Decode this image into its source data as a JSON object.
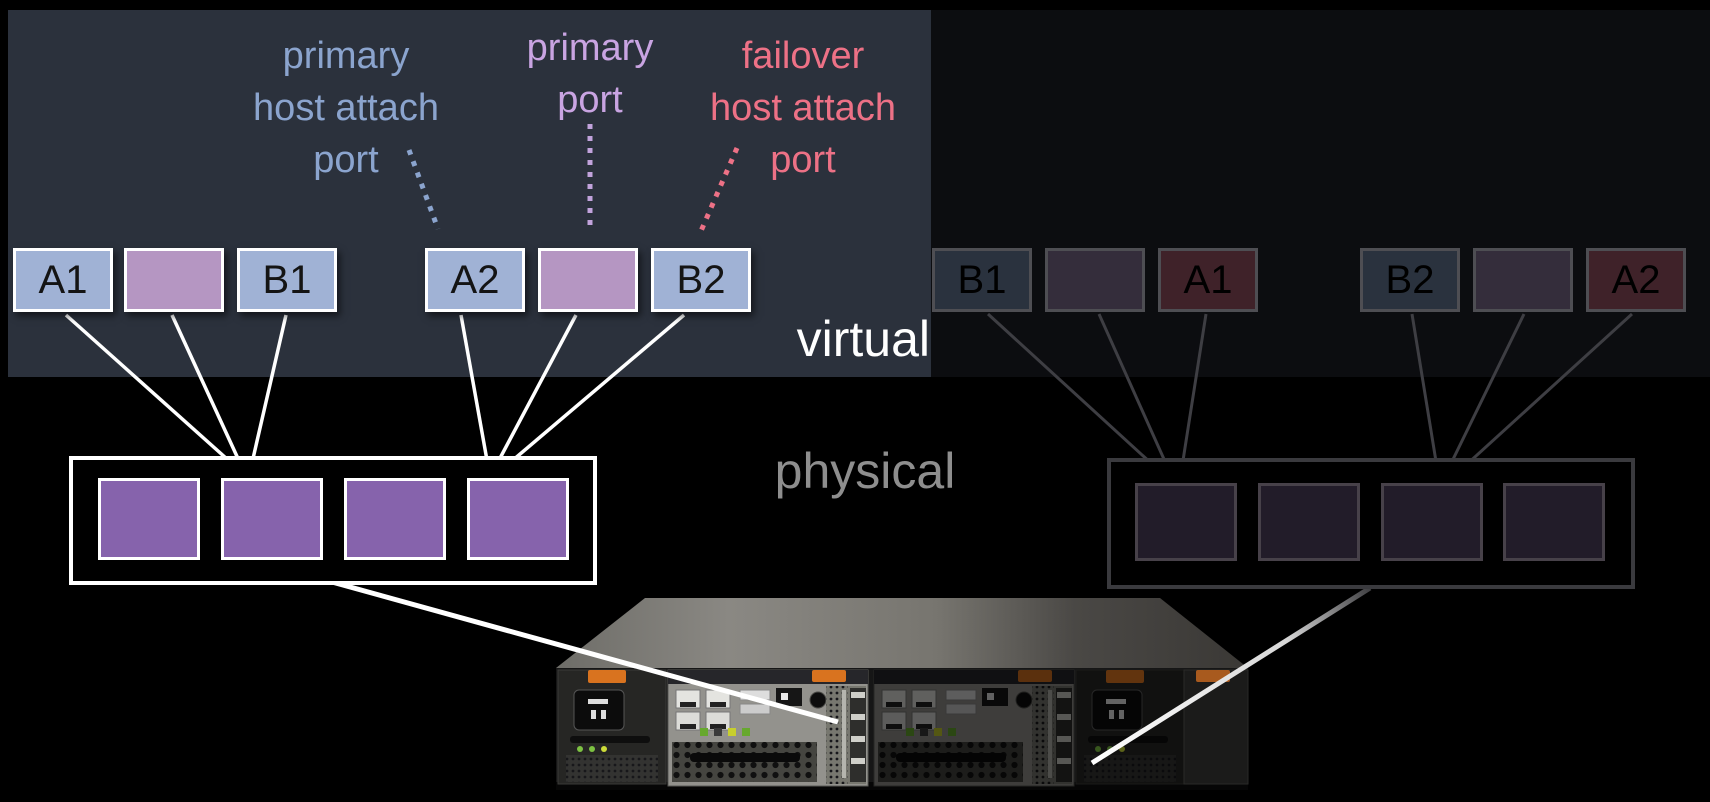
{
  "section_labels": {
    "virtual": "virtual",
    "physical": "physical"
  },
  "annotations": {
    "primary_host_attach": {
      "text": [
        "primary",
        "host attach",
        "port"
      ],
      "color": "#8ba4ce"
    },
    "primary_port": {
      "text": [
        "primary",
        "port"
      ],
      "color": "#c9a4e2"
    },
    "failover_host_attach": {
      "text": [
        "failover",
        "host attach",
        "port"
      ],
      "color": "#ed7186"
    }
  },
  "virtual_ports": {
    "active_left": [
      {
        "label": "A1"
      },
      {
        "label": ""
      },
      {
        "label": "B1"
      }
    ],
    "active_right": [
      {
        "label": "A2"
      },
      {
        "label": ""
      },
      {
        "label": "B2"
      }
    ],
    "dimmed_left": [
      {
        "label": "B1"
      },
      {
        "label": ""
      },
      {
        "label": "A1"
      }
    ],
    "dimmed_right": [
      {
        "label": "B2"
      },
      {
        "label": ""
      },
      {
        "label": "A2"
      }
    ]
  },
  "physical_port_groups": {
    "active": {
      "port_count": 4
    },
    "dimmed": {
      "port_count": 4
    }
  },
  "colors": {
    "background": "#000000",
    "virtual_panel": "#2b313c",
    "dimmed_panel": "#0c0d10",
    "host_attach_port": "#a0b2d5",
    "primary_port": "#b596c2",
    "physical_port": "#8663ac",
    "dimmed_host_attach": "#2a323e",
    "dimmed_primary": "#342d3b",
    "dimmed_failover": "#3f2229",
    "label_blue": "#8ba4ce",
    "label_purple": "#c9a4e2",
    "label_pink": "#ed7186",
    "virtual_text": "#ffffff",
    "physical_text": "#8e8e8e"
  }
}
